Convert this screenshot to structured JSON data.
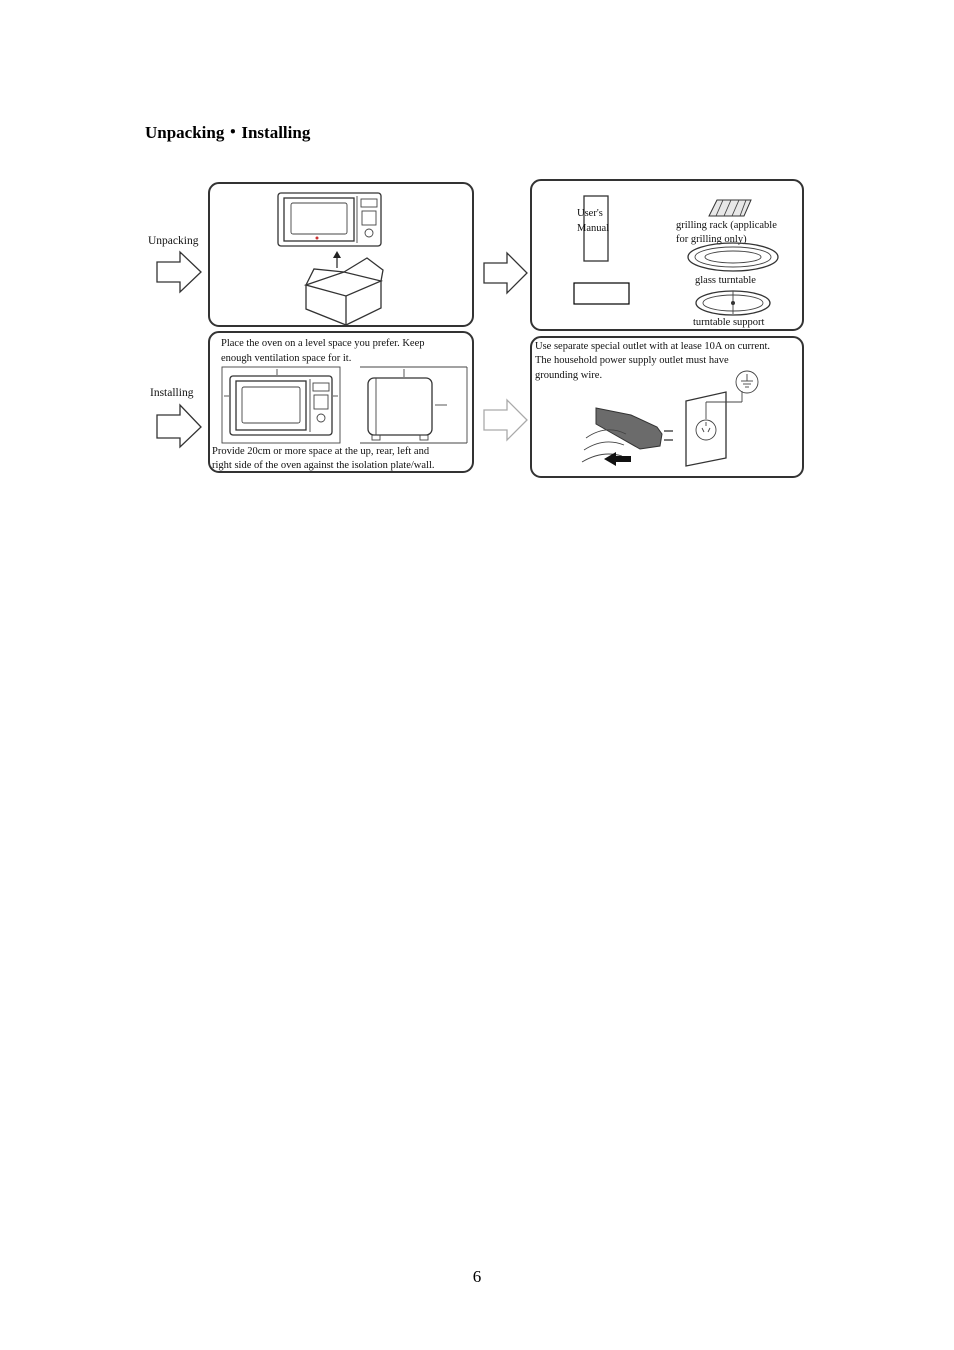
{
  "heading": "Unpacking・Installing",
  "page_number": "6",
  "figure": {
    "unpacking_label": "Unpacking",
    "installing_label": "Installing",
    "contents": {
      "manual_line1": "User's",
      "manual_line2": "Manual",
      "rack_line1": "grilling rack (applicable",
      "rack_line2": "for grilling only)",
      "turntable": "glass turntable",
      "support": "turntable support"
    },
    "placement": {
      "text_line1": "Place the oven on a level space you prefer. Keep",
      "text_line2": "enough ventilation space for it.",
      "note_line1": "Provide 20cm or more space at the up, rear, left and",
      "note_line2": "right side of the oven against the isolation plate/wall."
    },
    "power": {
      "line1": "Use separate special outlet with at lease 10A on current.",
      "line2": "The household power supply outlet must have",
      "line3": "grounding wire."
    }
  }
}
